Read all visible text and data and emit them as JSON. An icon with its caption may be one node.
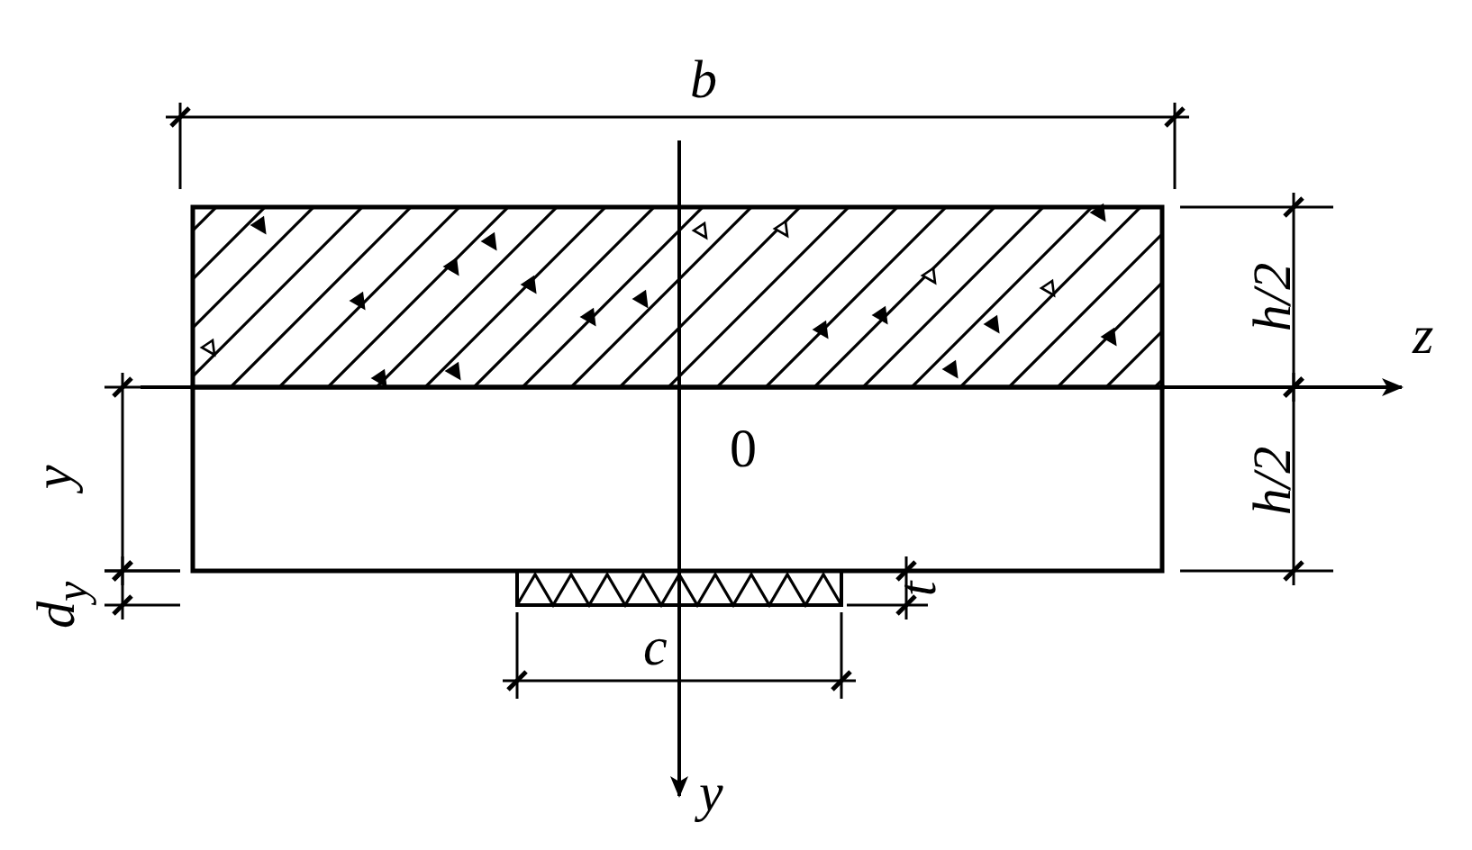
{
  "diagram": {
    "labels": [
      "b",
      "h/2",
      "z",
      "y",
      "0",
      "h/2",
      "d$_{y}$",
      "t",
      "c",
      "y"
    ]
  }
}
